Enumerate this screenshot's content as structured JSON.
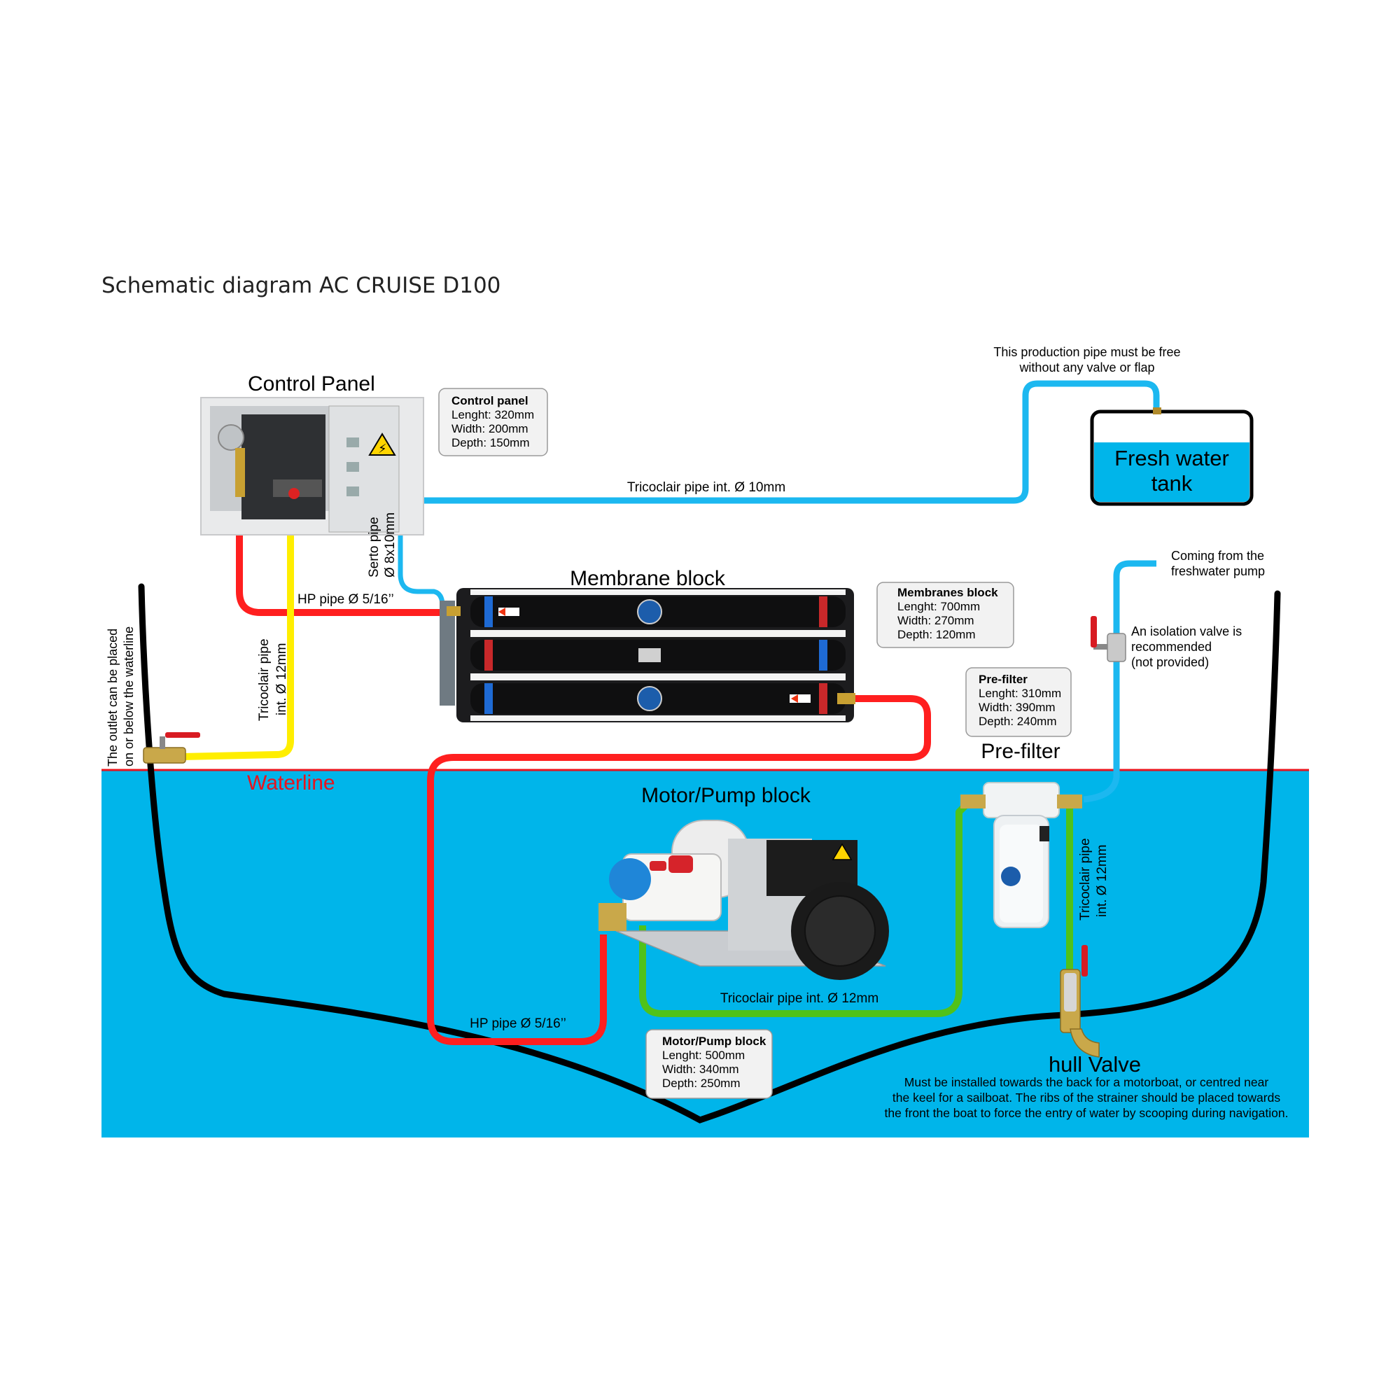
{
  "title": "Schematic diagram AC CRUISE D100",
  "colors": {
    "water": "#00b5ea",
    "hull": "#000000",
    "waterline": "#e8141e",
    "hp_pipe": "#ff1f1f",
    "feed_pipe_yellow": "#ffee00",
    "green_pipe": "#50c21a",
    "blue_pipe": "#1cb8f0"
  },
  "components": {
    "control_panel": {
      "heading": "Control Panel",
      "info_title": "Control panel",
      "info_lines": [
        "Lenght: 320mm",
        "Width: 200mm",
        "Depth: 150mm"
      ]
    },
    "membrane_block": {
      "heading": "Membrane block",
      "info_title": "Membranes block",
      "info_lines": [
        "Lenght: 700mm",
        "Width: 270mm",
        "Depth: 120mm"
      ]
    },
    "pre_filter": {
      "heading": "Pre-filter",
      "info_title": "Pre-filter",
      "info_lines": [
        "Lenght: 310mm",
        "Width: 390mm",
        "Depth: 240mm"
      ]
    },
    "motor_pump": {
      "heading": "Motor/Pump block",
      "info_title": "Motor/Pump block",
      "info_lines": [
        "Lenght: 500mm",
        "Width: 340mm",
        "Depth: 250mm"
      ]
    },
    "fresh_water_tank": {
      "lines": [
        "Fresh water",
        "tank"
      ]
    },
    "hull_valve": {
      "heading": "hull Valve",
      "note_lines": [
        "Must be installed towards the back for a motorboat, or centred near",
        "the keel for a sailboat. The ribs of the strainer should be placed towards",
        "the front the boat to force the entry of water by scooping during navigation."
      ]
    }
  },
  "labels": {
    "production_pipe_note": [
      "This production pipe must be free",
      "without any valve or flap"
    ],
    "tricoclair_10": "Tricoclair pipe int. Ø 10mm",
    "serto_pipe": [
      "Serto pipe",
      "Ø 8x10mm"
    ],
    "hp_pipe_top": "HP pipe Ø 5/16’’",
    "hp_pipe_bottom": "HP pipe Ø 5/16’’",
    "tricoclair_12_left": [
      "Tricoclair pipe",
      "int. Ø 12mm"
    ],
    "tricoclair_12_right": [
      "Tricoclair pipe",
      "int. Ø 12mm"
    ],
    "tricoclair_12_bottom": "Tricoclair pipe int. Ø 12mm",
    "outlet_note": [
      "The outlet can be placed",
      "on or below the waterline"
    ],
    "waterline": "Waterline",
    "freshwater_pump_note": [
      "Coming from the",
      "freshwater pump"
    ],
    "isolation_valve_note": [
      "An isolation valve is",
      "recommended",
      "(not provided)"
    ]
  }
}
